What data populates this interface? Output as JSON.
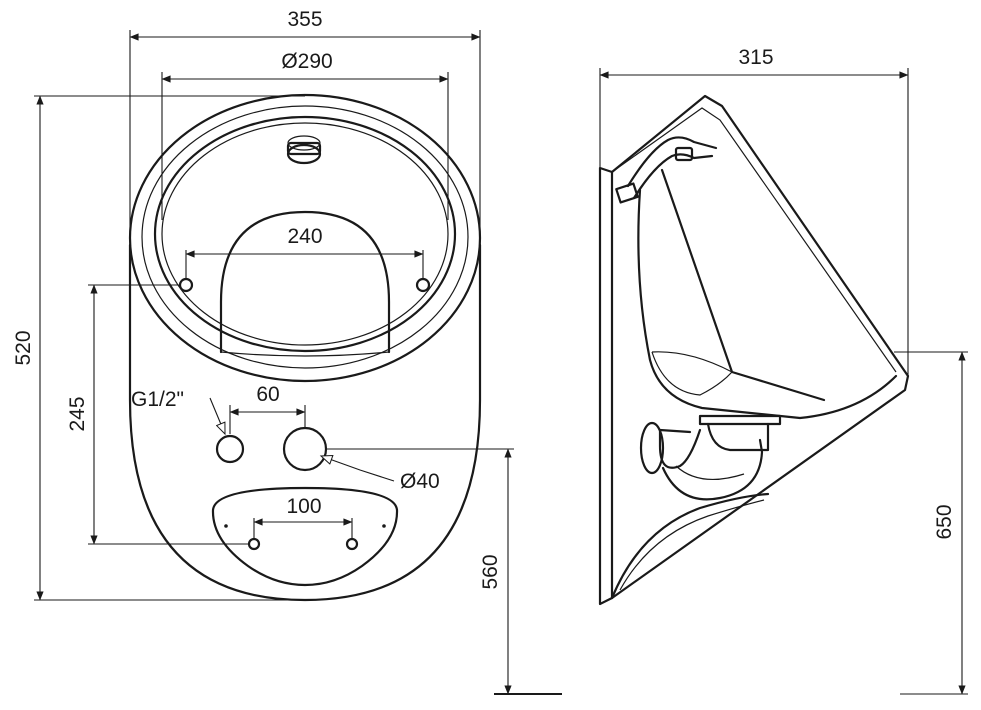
{
  "dimensions": {
    "overall_width": "355",
    "bowl_diameter": "Ø290",
    "inner_hole_spacing": "240",
    "height": "520",
    "fixing_height": "245",
    "inlet_thread": "G1/2\"",
    "inlet_spacing": "60",
    "outlet_diameter": "Ø40",
    "lower_hole_spacing": "100",
    "depth": "315",
    "mounting_height_bottom": "560",
    "mounting_height_top": "650"
  }
}
